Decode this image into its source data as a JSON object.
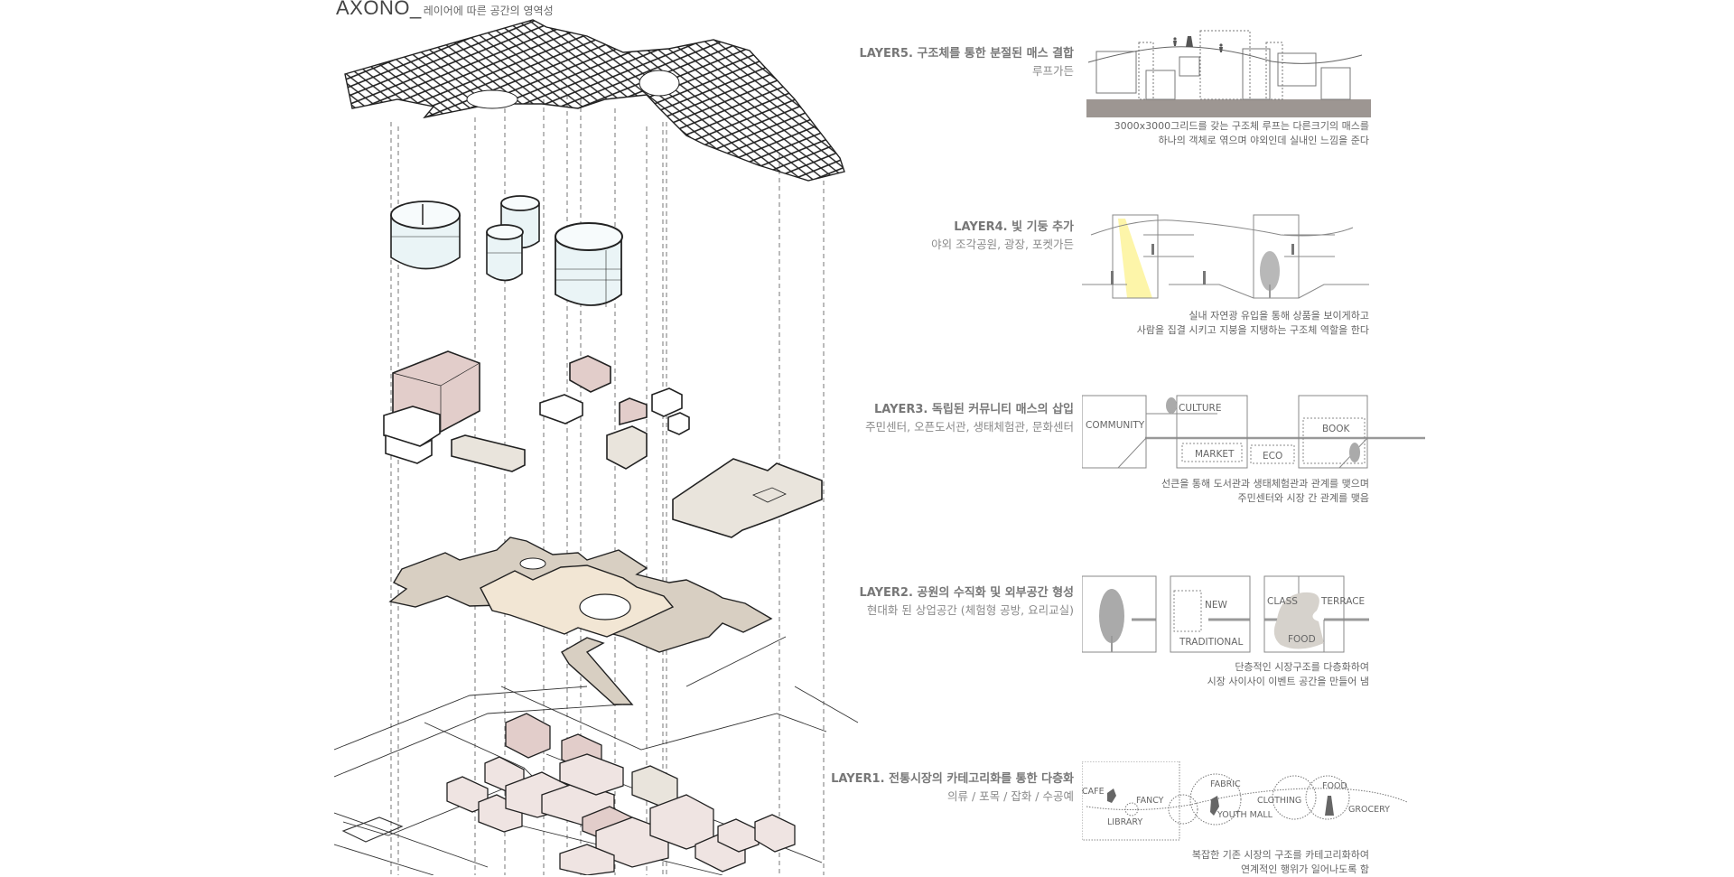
{
  "title": {
    "main": "AXONO_",
    "sub": "레이어에 따른 공간의 영역성"
  },
  "colors": {
    "pink_mass": "#e2cdca",
    "beige_mass": "#e9e4dc",
    "cream_platform": "#f2e6d4",
    "tan_platform": "#d8cfc2",
    "cylinder_glass": "#eaf4f6",
    "ground_bar": "#9d9692",
    "light_beam": "#fdf39a",
    "text_gray": "#777777"
  },
  "layers": [
    {
      "id": "layer5",
      "heading": "LAYER5. 구조체를 통한 분절된 매스 결합",
      "sub": "루프가든",
      "caption": [
        "3000x3000그리드를 갖는 구조체 루프는 다른크기의 매스를",
        "하나의 객체로 엮으며  야외인데 실내인 느낌을 준다"
      ],
      "diagram_labels": []
    },
    {
      "id": "layer4",
      "heading": "LAYER4. 빛 기둥 추가",
      "sub": "야외 조각공원, 광장, 포켓가든",
      "caption": [
        "실내 자연광 유입을 통해 상품을 보이게하고",
        "사람을 집결 시키고 지붕을 지탱하는 구조체 역할을 한다"
      ],
      "diagram_labels": []
    },
    {
      "id": "layer3",
      "heading": "LAYER3. 독립된 커뮤니티 매스의 삽입",
      "sub": "주민센터, 오픈도서관, 생태체험관, 문화센터",
      "caption": [
        "선큰을 통해 도서관과 생태체험관과 관계를 맺으며",
        "주민센터와 시장 간 관계를 맺음"
      ],
      "diagram_labels": [
        "COMMUNITY",
        "CULTURE",
        "MARKET",
        "ECO",
        "BOOK"
      ]
    },
    {
      "id": "layer2",
      "heading": "LAYER2. 공원의 수직화 및 외부공간 형성",
      "sub": "현대화 된 상업공간 (체험형 공방, 요리교실)",
      "caption": [
        "단층적인 시장구조를 다층화하여",
        "시장 사이사이 이벤트 공간을 만들어 냄"
      ],
      "diagram_labels": [
        "NEW",
        "TRADITIONAL",
        "CLASS",
        "TERRACE",
        "FOOD"
      ]
    },
    {
      "id": "layer1",
      "heading": "LAYER1. 전통시장의 카테고리화를 통한 다층화",
      "sub": "의류 / 포목 / 잡화 / 수공예",
      "caption": [
        "복잡한 기존 시장의 구조를 카테고리화하여",
        "연계적인 행위가 일어나도록 함"
      ],
      "diagram_labels": [
        "CAFE",
        "LIBRARY",
        "FANCY",
        "FABRIC",
        "YOUTH MALL",
        "CLOTHING",
        "FOOD",
        "GROCERY"
      ]
    }
  ]
}
